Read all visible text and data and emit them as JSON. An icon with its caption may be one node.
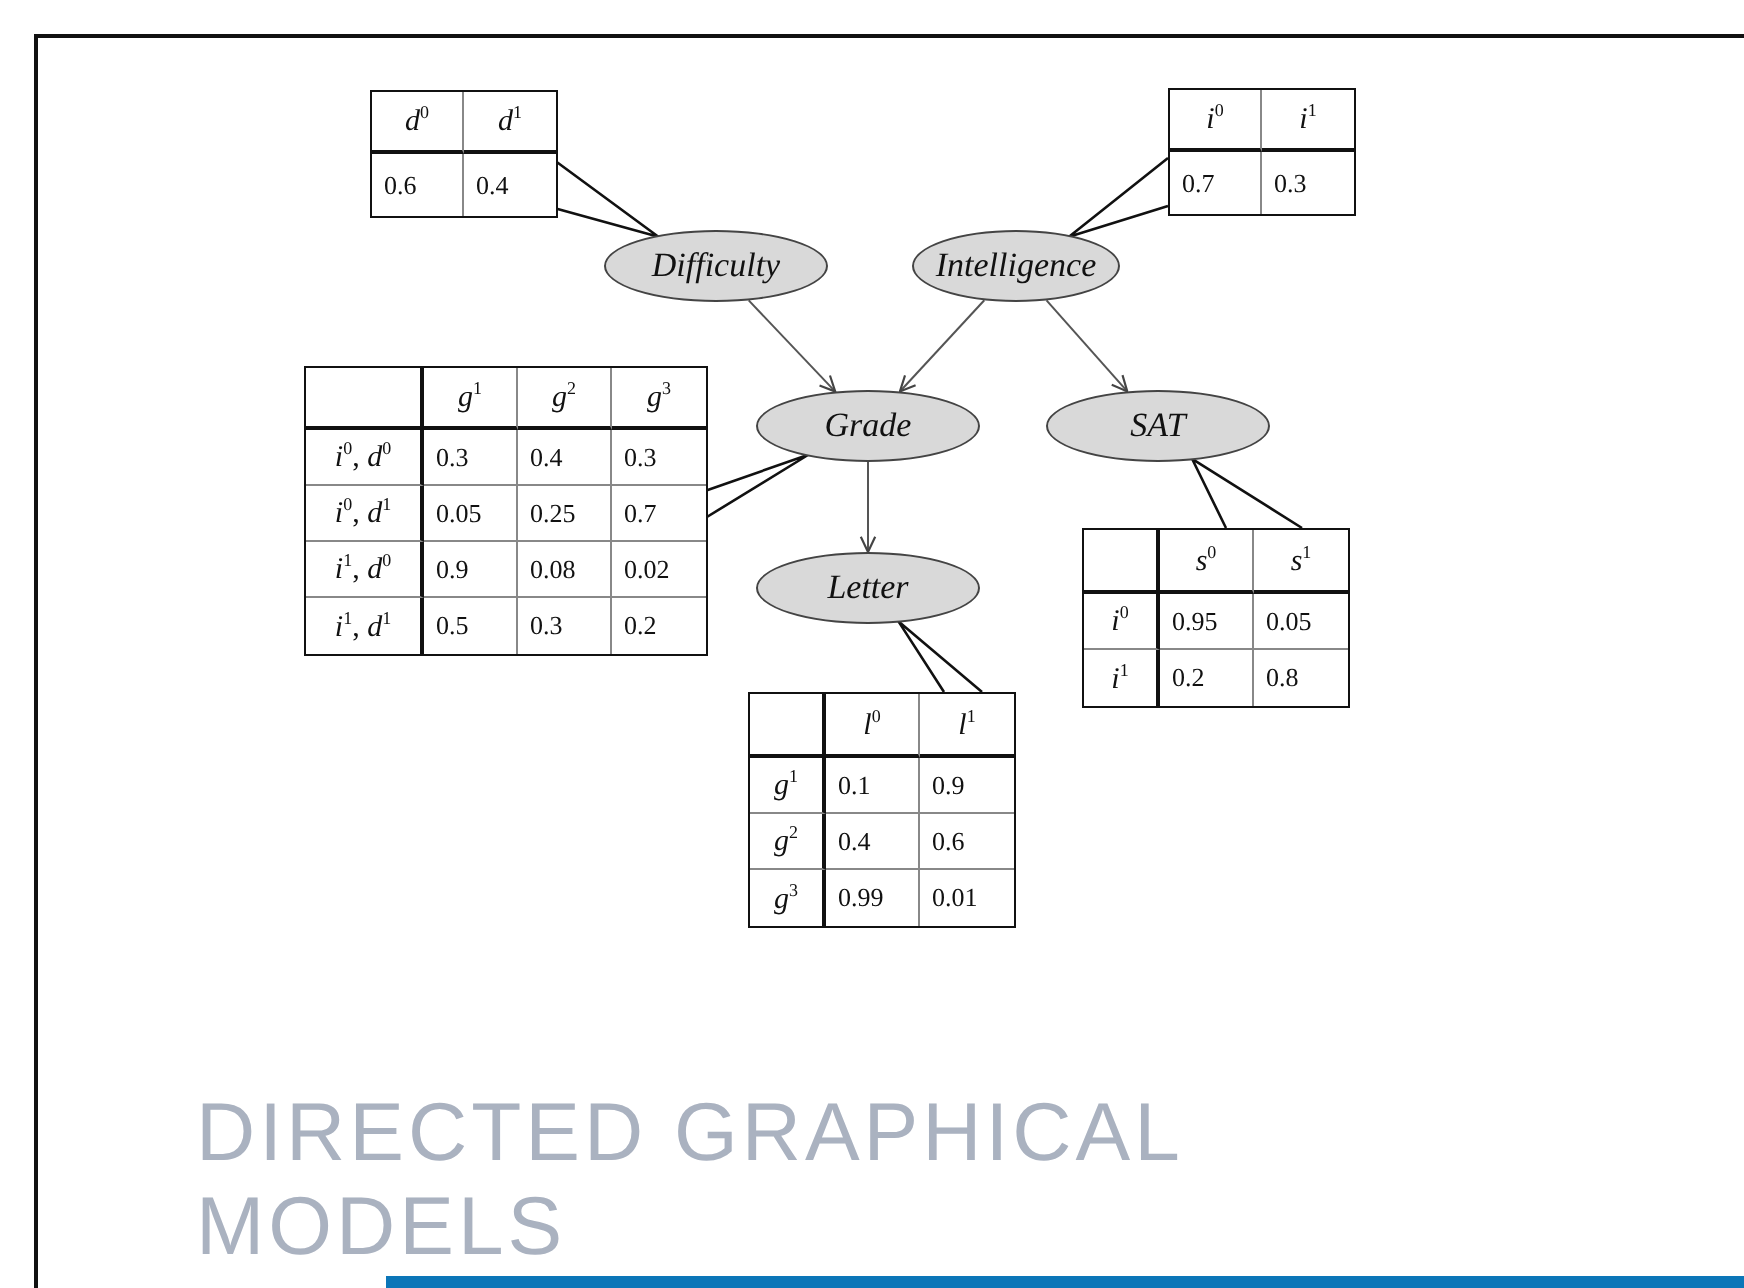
{
  "diagram": {
    "title": "DIRECTED GRAPHICAL MODELS",
    "nodes": [
      {
        "text": [
          "*d*$^{0}$",
          "*d*$^{1}$",
          "0.6",
          "0.4"
        ]
      },
      {
        "text": [
          "*i*$^{0}$",
          "*i*$^{1}$",
          "0.7",
          "0.3"
        ]
      },
      {
        "text": [
          "Difficulty"
        ]
      },
      {
        "text": [
          "Intelligence"
        ]
      },
      {
        "text": [
          "*g*$^{1}$",
          "*g*$^{2}$",
          "*g*$^{3}$",
          "*i*$^{0}$, *d*$^{0}$",
          "0.3",
          "0.4",
          "0.3",
          "*i*$^{0}$, *d*$^{1}$",
          "0.05",
          "0.25",
          "0.7",
          "*i*$^{1}$, *d*$^{0}$",
          "0.9",
          "0.08",
          "0.02",
          "*i*$^{1}$, *d*$^{1}$",
          "0.5",
          "0.3",
          "0.2"
        ]
      },
      {
        "text": [
          "Grade"
        ]
      },
      {
        "text": [
          "SAT"
        ]
      },
      {
        "text": [
          "Letter"
        ]
      },
      {
        "text": [
          "*s*$^{0}$",
          "*s*$^{1}$",
          "*i*$^{0}$",
          "0.95",
          "0.05",
          "*i*$^{1}$",
          "0.2",
          "0.8"
        ]
      },
      {
        "text": [
          "*l*$^{0}$",
          "*l*$^{1}$",
          "*g*$^{1}$",
          "0.1",
          "0.9",
          "*g*$^{2}$",
          "0.4",
          "0.6",
          "*g*$^{3}$",
          "0.99",
          "0.01"
        ]
      }
    ],
    "edges": [
      {
        "from": 0,
        "to": 2,
        "arrow": "none"
      },
      {
        "from": 1,
        "to": 3,
        "arrow": "none"
      },
      {
        "from": 2,
        "to": 5,
        "arrow": "to"
      },
      {
        "from": 3,
        "to": 5,
        "arrow": "to"
      },
      {
        "from": 3,
        "to": 6,
        "arrow": "to"
      },
      {
        "from": 4,
        "to": 5,
        "arrow": "none"
      },
      {
        "from": 5,
        "to": 7,
        "arrow": "to"
      },
      {
        "from": 8,
        "to": 6,
        "arrow": "none"
      },
      {
        "from": 9,
        "to": 7,
        "arrow": "none"
      }
    ]
  }
}
